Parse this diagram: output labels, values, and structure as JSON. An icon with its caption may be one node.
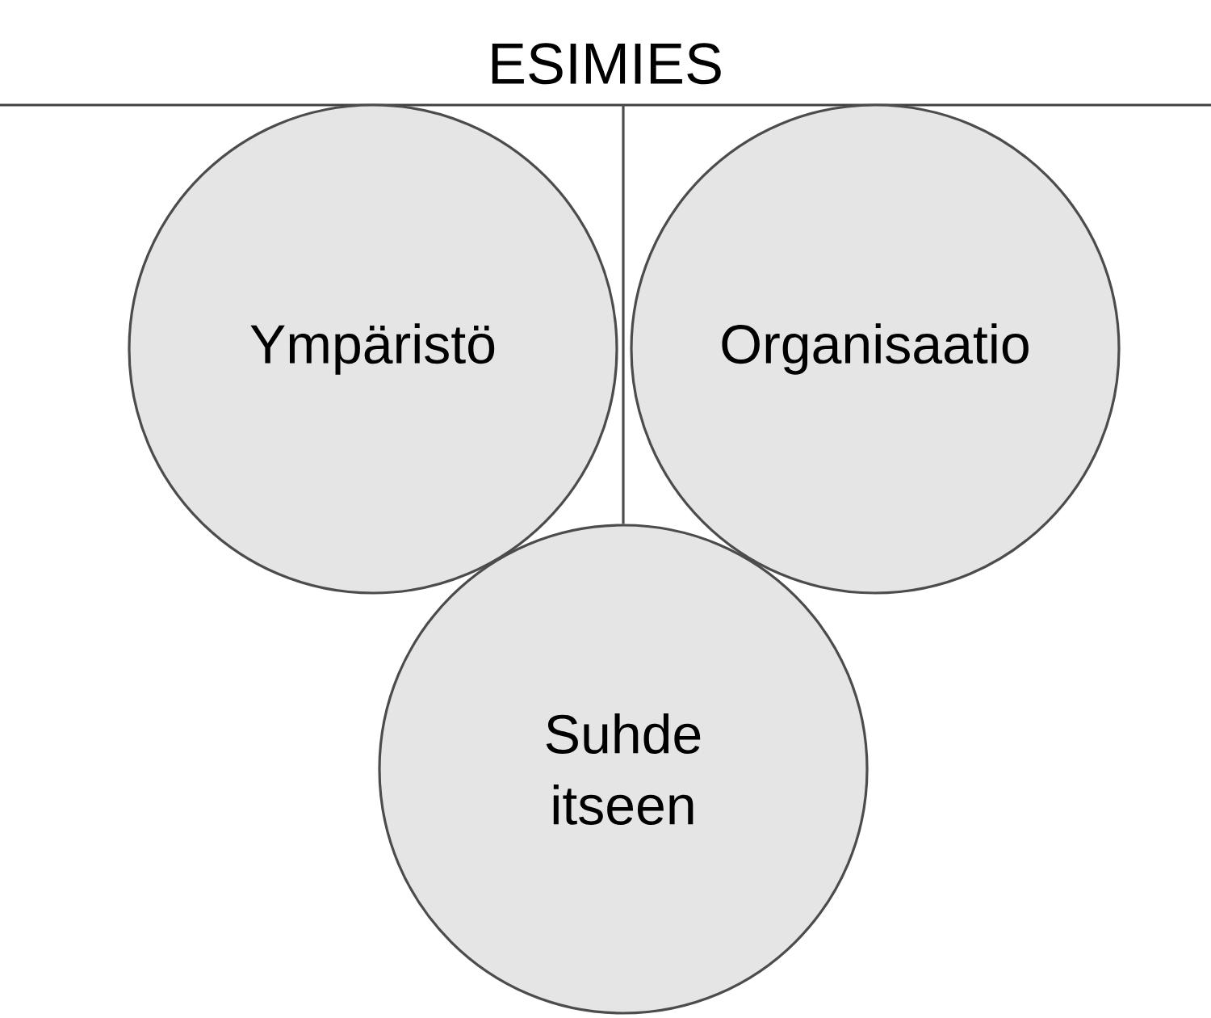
{
  "diagram": {
    "nodes": [
      {
        "text": [
          "ESIMIES"
        ]
      },
      {
        "text": [
          "Ympäristö"
        ]
      },
      {
        "text": [
          "Organisaatio"
        ]
      },
      {
        "text": [
          "Suhde itseen"
        ]
      }
    ],
    "edges": [
      {
        "from": 0,
        "to": 3,
        "arrow": "none"
      }
    ]
  }
}
